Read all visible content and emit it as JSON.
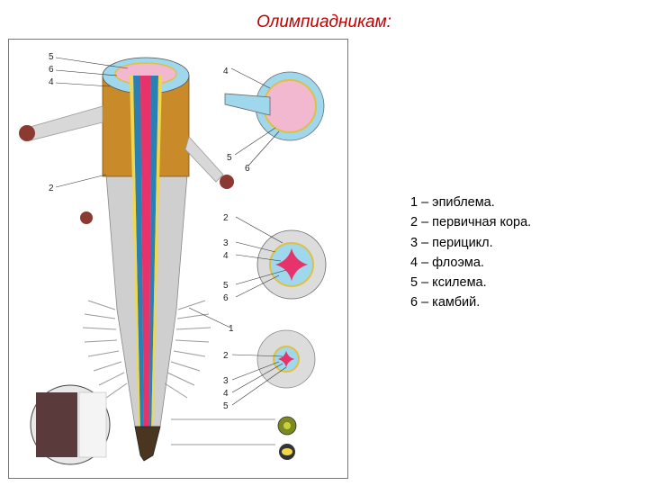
{
  "title": "Олимпиадникам:",
  "legend": [
    "1 – эпиблема.",
    "2 – первичная кора.",
    "3 – перицикл.",
    "4 – флоэма.",
    "5 – ксилема.",
    "6 – камбий."
  ],
  "figure_labels": {
    "top_left": [
      "5",
      "6",
      "4"
    ],
    "mid_left": "2",
    "upper_section": [
      "4",
      "5",
      "6"
    ],
    "middle_section": [
      "2",
      "3",
      "4",
      "5",
      "6"
    ],
    "lower_section": [
      "1",
      "2",
      "3",
      "4",
      "5"
    ]
  },
  "colors": {
    "title": "#c00000",
    "epiblema": "#c7c7c7",
    "cortex": "#c98a2a",
    "xylem": "#e6336b",
    "phloem": "#2a7fb5",
    "pericycle": "#f0d84a",
    "sections_blue": "#9fd7ec",
    "sections_pink": "#f2b8cf"
  }
}
